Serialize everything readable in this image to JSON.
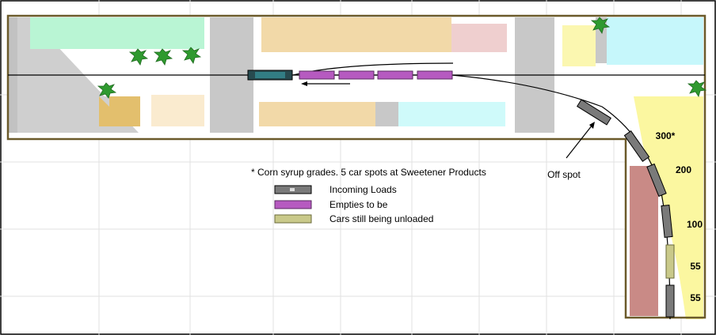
{
  "note": "* Corn syrup grades.  5 car spots at Sweetener Products",
  "legend": [
    {
      "label": "Incoming Loads",
      "kind": "loaded",
      "color": "#7a7a7a"
    },
    {
      "label": "Empties to be",
      "kind": "empty",
      "color": "#b65ac0"
    },
    {
      "label": "Cars still being unloaded",
      "kind": "unloading",
      "color": "#c9c98a"
    }
  ],
  "callouts": {
    "off_spot": "Off spot"
  },
  "spot_labels": [
    "300*",
    "200",
    "100",
    "55",
    "55"
  ],
  "colors": {
    "loaded_car": "#7a7a7a",
    "empty_car": "#b65ac0",
    "unloading_car": "#c9c98a",
    "yellow_industry": "#fbf7a0",
    "brick_building": "#c98a86",
    "street": "#c8c8c8",
    "layout_edge": "#6b5a2a"
  }
}
